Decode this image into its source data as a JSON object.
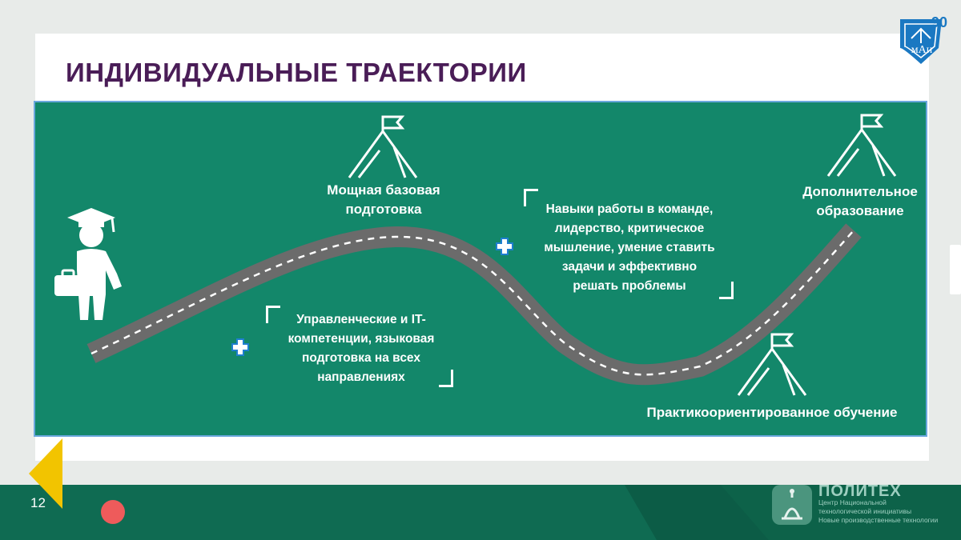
{
  "slide": {
    "title": "ИНДИВИДУАЛЬНЫЕ ТРАЕКТОРИИ",
    "page_number": "12"
  },
  "logo": {
    "text": "мАи",
    "anniversary": "90"
  },
  "milestones": {
    "base_training": {
      "line1": "Мощная базовая",
      "line2": "подготовка"
    },
    "extra_education": {
      "line1": "Дополнительное",
      "line2": "образование"
    },
    "practice": {
      "label": "Практикоориентированное обучение"
    }
  },
  "skills": {
    "management": [
      "Управленческие и IT-",
      "компетенции, языковая",
      "подготовка на всех",
      "направлениях"
    ],
    "soft": [
      "Навыки работы в команде,",
      "лидерство, критическое",
      "мышление, умение ставить",
      "задачи и эффективно",
      "решать проблемы"
    ]
  },
  "brand": {
    "name": "ПОЛИТЕХ",
    "lines": [
      "Центр Национальной",
      "технологической инициативы",
      "Новые производственные технологии"
    ]
  },
  "colors": {
    "panel": "#13876a",
    "title": "#4a1d57",
    "road": "#6b6b6b",
    "accent_red": "#ee5b5b",
    "accent_yellow": "#f2c400",
    "plus": "#1e7fd0"
  }
}
